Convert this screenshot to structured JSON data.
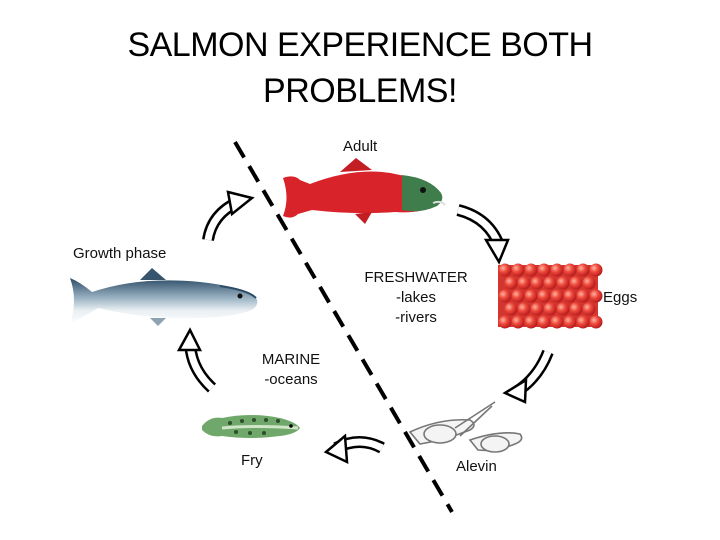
{
  "slide": {
    "title_line1": "SALMON EXPERIENCE BOTH",
    "title_line2": "PROBLEMS!"
  },
  "stages": {
    "adult": "Adult",
    "eggs": "Eggs",
    "alevin": "Alevin",
    "fry": "Fry",
    "growth": "Growth phase"
  },
  "habitats": {
    "freshwater": {
      "title": "FRESHWATER",
      "item1": "-lakes",
      "item2": "-rivers"
    },
    "marine": {
      "title": "MARINE",
      "item1": "-oceans"
    }
  },
  "colors": {
    "adult_body": "#d8232a",
    "adult_head": "#3f7e4c",
    "egg": "#e8413a",
    "smolt_back": "#2f4f6a",
    "fry_body": "#6fa86a"
  }
}
